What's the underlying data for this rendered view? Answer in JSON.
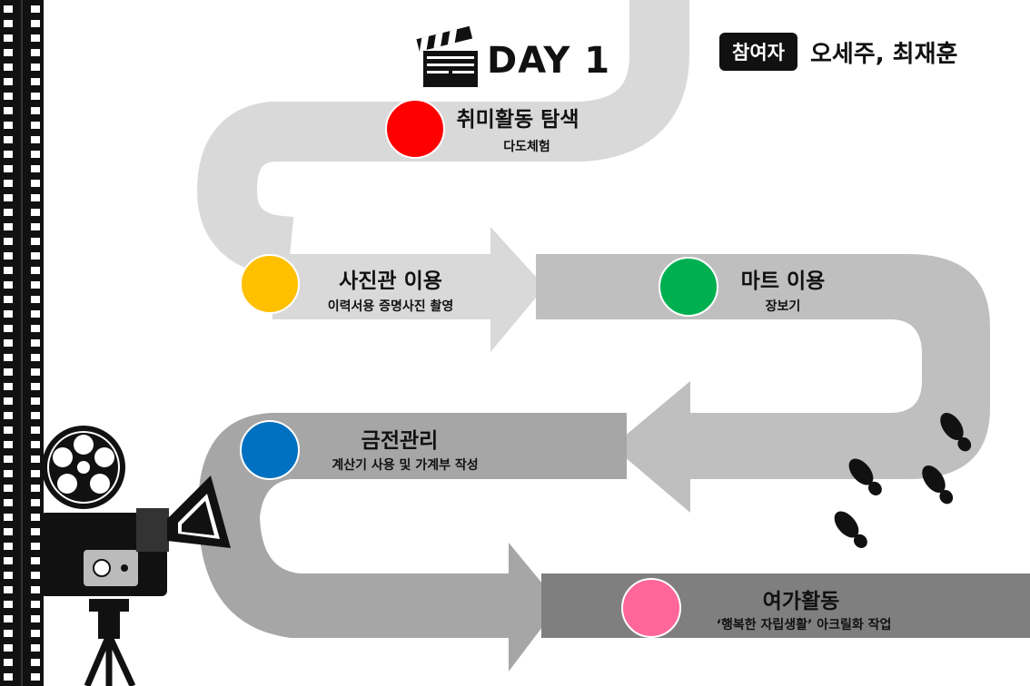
{
  "header": {
    "day_label": "DAY 1",
    "participants_label": "참여자",
    "participants_names": "오세주, 최재훈"
  },
  "stages": [
    {
      "title": "취미활동 탐색",
      "subtitle": "다도체험",
      "color": "#fe0000"
    },
    {
      "title": "사진관 이용",
      "subtitle": "이력서용 증명사진 촬영",
      "color": "#ffc000"
    },
    {
      "title": "마트 이용",
      "subtitle": "장보기",
      "color": "#00b050"
    },
    {
      "title": "금전관리",
      "subtitle": "계산기 사용 및 가계부 작성",
      "color": "#0070c0"
    },
    {
      "title": "여가활동",
      "subtitle": "‘행복한 자립생활’ 아크릴화 작업",
      "color": "#ff6699"
    }
  ],
  "icons": {
    "header": "clapperboard-icon",
    "decoration": [
      "film-strip-icon",
      "movie-camera-icon",
      "footprints-icon"
    ]
  },
  "colors": {
    "path_light": "#d9d9d9",
    "path_mid": "#bfbfbf",
    "path_dark": "#a6a6a6",
    "path_darkest": "#7f7f7f",
    "ink": "#111111"
  }
}
